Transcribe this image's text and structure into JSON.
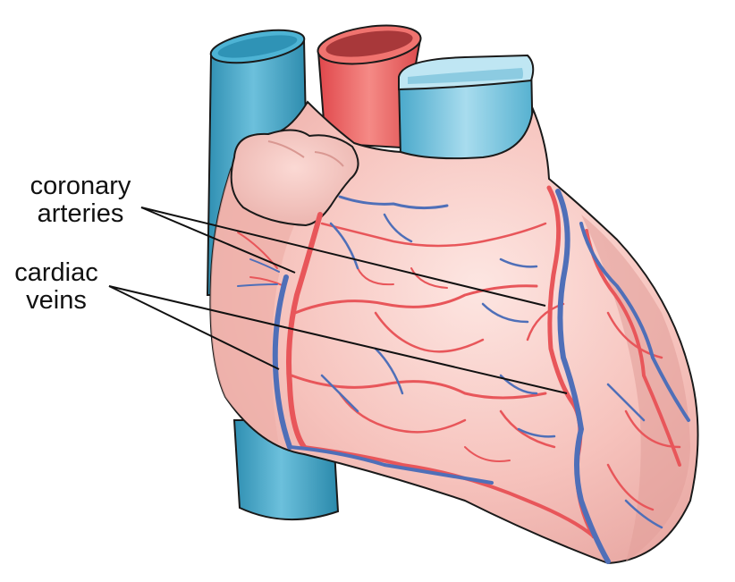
{
  "labels": {
    "coronary_arteries": {
      "line1": "coronary",
      "line2": "arteries"
    },
    "cardiac_veins": {
      "line1": "cardiac",
      "line2": "veins"
    }
  },
  "colors": {
    "artery": "#e8565a",
    "vein": "#4f6fb8",
    "vessel_blue": "#3da6c6",
    "aorta_red": "#ea5b5b",
    "heart_fill": "#f6c4be",
    "heart_outline": "#1a1a1a"
  }
}
